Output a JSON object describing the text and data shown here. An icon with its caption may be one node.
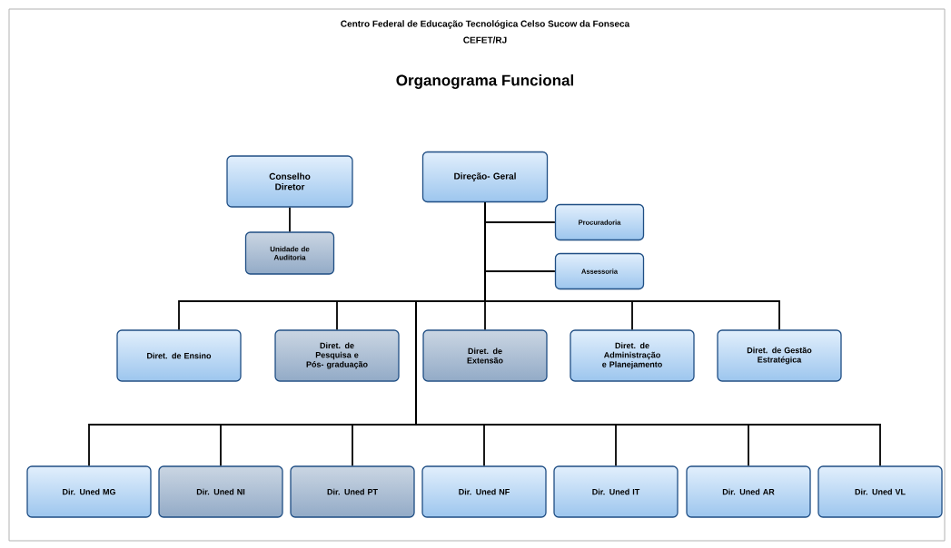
{
  "diagram": {
    "title": "Organograma Funcional",
    "nodes": [
      {
        "text": [
          "Conselho Diretor"
        ]
      },
      {
        "text": [
          "Unidade de Auditoria"
        ]
      },
      {
        "text": [
          "Direção- Geral"
        ]
      },
      {
        "text": [
          "Procuradoria"
        ]
      },
      {
        "text": [
          "Assessoria"
        ]
      },
      {
        "text": [
          "Diret. de Ensino"
        ]
      },
      {
        "text": [
          "Diret. de Pesquisa e Pós- graduação"
        ]
      },
      {
        "text": [
          "Diret. de Extensão"
        ]
      },
      {
        "text": [
          "Diret. de Administração e Planejamento"
        ]
      },
      {
        "text": [
          "Diret. de Gestão Estratégica"
        ]
      },
      {
        "text": [
          "Dir. Uned MG"
        ]
      },
      {
        "text": [
          "Dir. Uned NI"
        ]
      },
      {
        "text": [
          "Dir. Uned PT"
        ]
      },
      {
        "text": [
          "Dir. Uned NF"
        ]
      },
      {
        "text": [
          "Dir. Uned IT"
        ]
      },
      {
        "text": [
          "Dir. Uned AR"
        ]
      },
      {
        "text": [
          "Dir. Uned VL"
        ]
      }
    ],
    "edges": [
      {
        "from": 0,
        "to": 1,
        "arrow": "none"
      },
      {
        "from": 2,
        "to": 3,
        "arrow": "none"
      },
      {
        "from": 2,
        "to": 4,
        "arrow": "none"
      },
      {
        "from": 2,
        "to": 5,
        "arrow": "none"
      },
      {
        "from": 2,
        "to": 6,
        "arrow": "none"
      },
      {
        "from": 2,
        "to": 7,
        "arrow": "none"
      },
      {
        "from": 2,
        "to": 8,
        "arrow": "none"
      },
      {
        "from": 2,
        "to": 9,
        "arrow": "none"
      },
      {
        "from": 2,
        "to": 10,
        "arrow": "none"
      },
      {
        "from": 2,
        "to": 11,
        "arrow": "none"
      },
      {
        "from": 2,
        "to": 12,
        "arrow": "none"
      },
      {
        "from": 2,
        "to": 13,
        "arrow": "none"
      },
      {
        "from": 2,
        "to": 14,
        "arrow": "none"
      },
      {
        "from": 2,
        "to": 15,
        "arrow": "none"
      },
      {
        "from": 2,
        "to": 16,
        "arrow": "none"
      }
    ],
    "labels": [
      "Centro Federal de Educação Tecnológica Celso Sucow da Fonseca",
      "CEFET/RJ"
    ]
  }
}
